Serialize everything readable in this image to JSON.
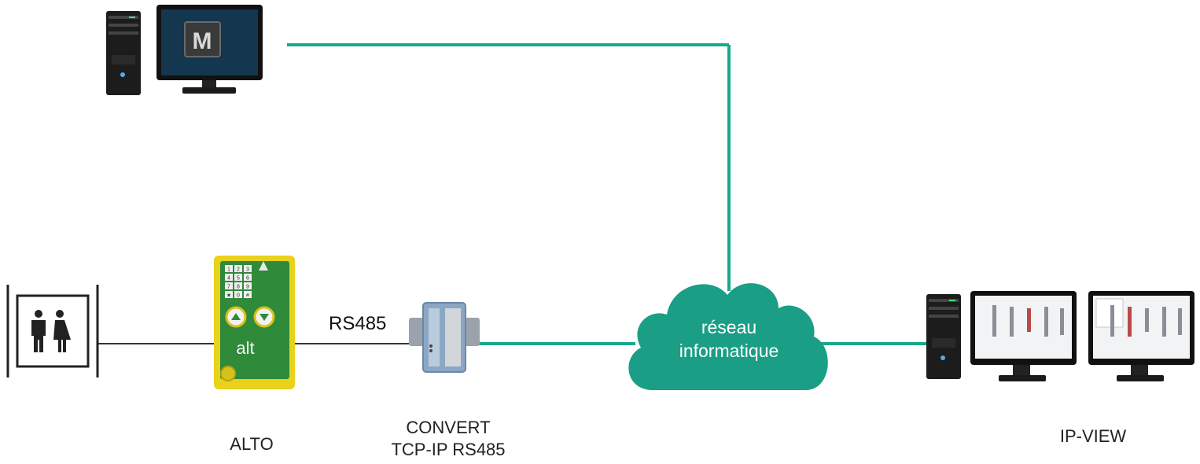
{
  "colors": {
    "network": "#1aa88a",
    "cloud": "#1a9e85",
    "rs485_line": "#333333",
    "alto_body": "#e8d21a",
    "alto_panel": "#2f8a3a",
    "monitor_screen": "#15364f",
    "pc_tower": "#1c1c1c"
  },
  "icons": {
    "server_pc": "desktop-pc-icon",
    "server_logo": "m-logo-icon",
    "elevator": "elevator-people-icon",
    "alto": "alto-controller-icon",
    "converter": "converter-device-icon",
    "cloud": "cloud-icon",
    "client_pc": "desktop-pc-icon"
  },
  "server": {
    "logo_letter": "M"
  },
  "labels": {
    "rs485": "RS485",
    "cloud_line1": "réseau",
    "cloud_line2": "informatique",
    "alto": "ALTO",
    "convert_line1": "CONVERT",
    "convert_line2": "TCP-IP RS485",
    "ipview": "IP-VIEW"
  },
  "alto_panel": {
    "keys": [
      "1",
      "2",
      "3",
      "4",
      "5",
      "6",
      "7",
      "8",
      "9",
      "★",
      "0",
      "#"
    ],
    "brand": "alt"
  }
}
